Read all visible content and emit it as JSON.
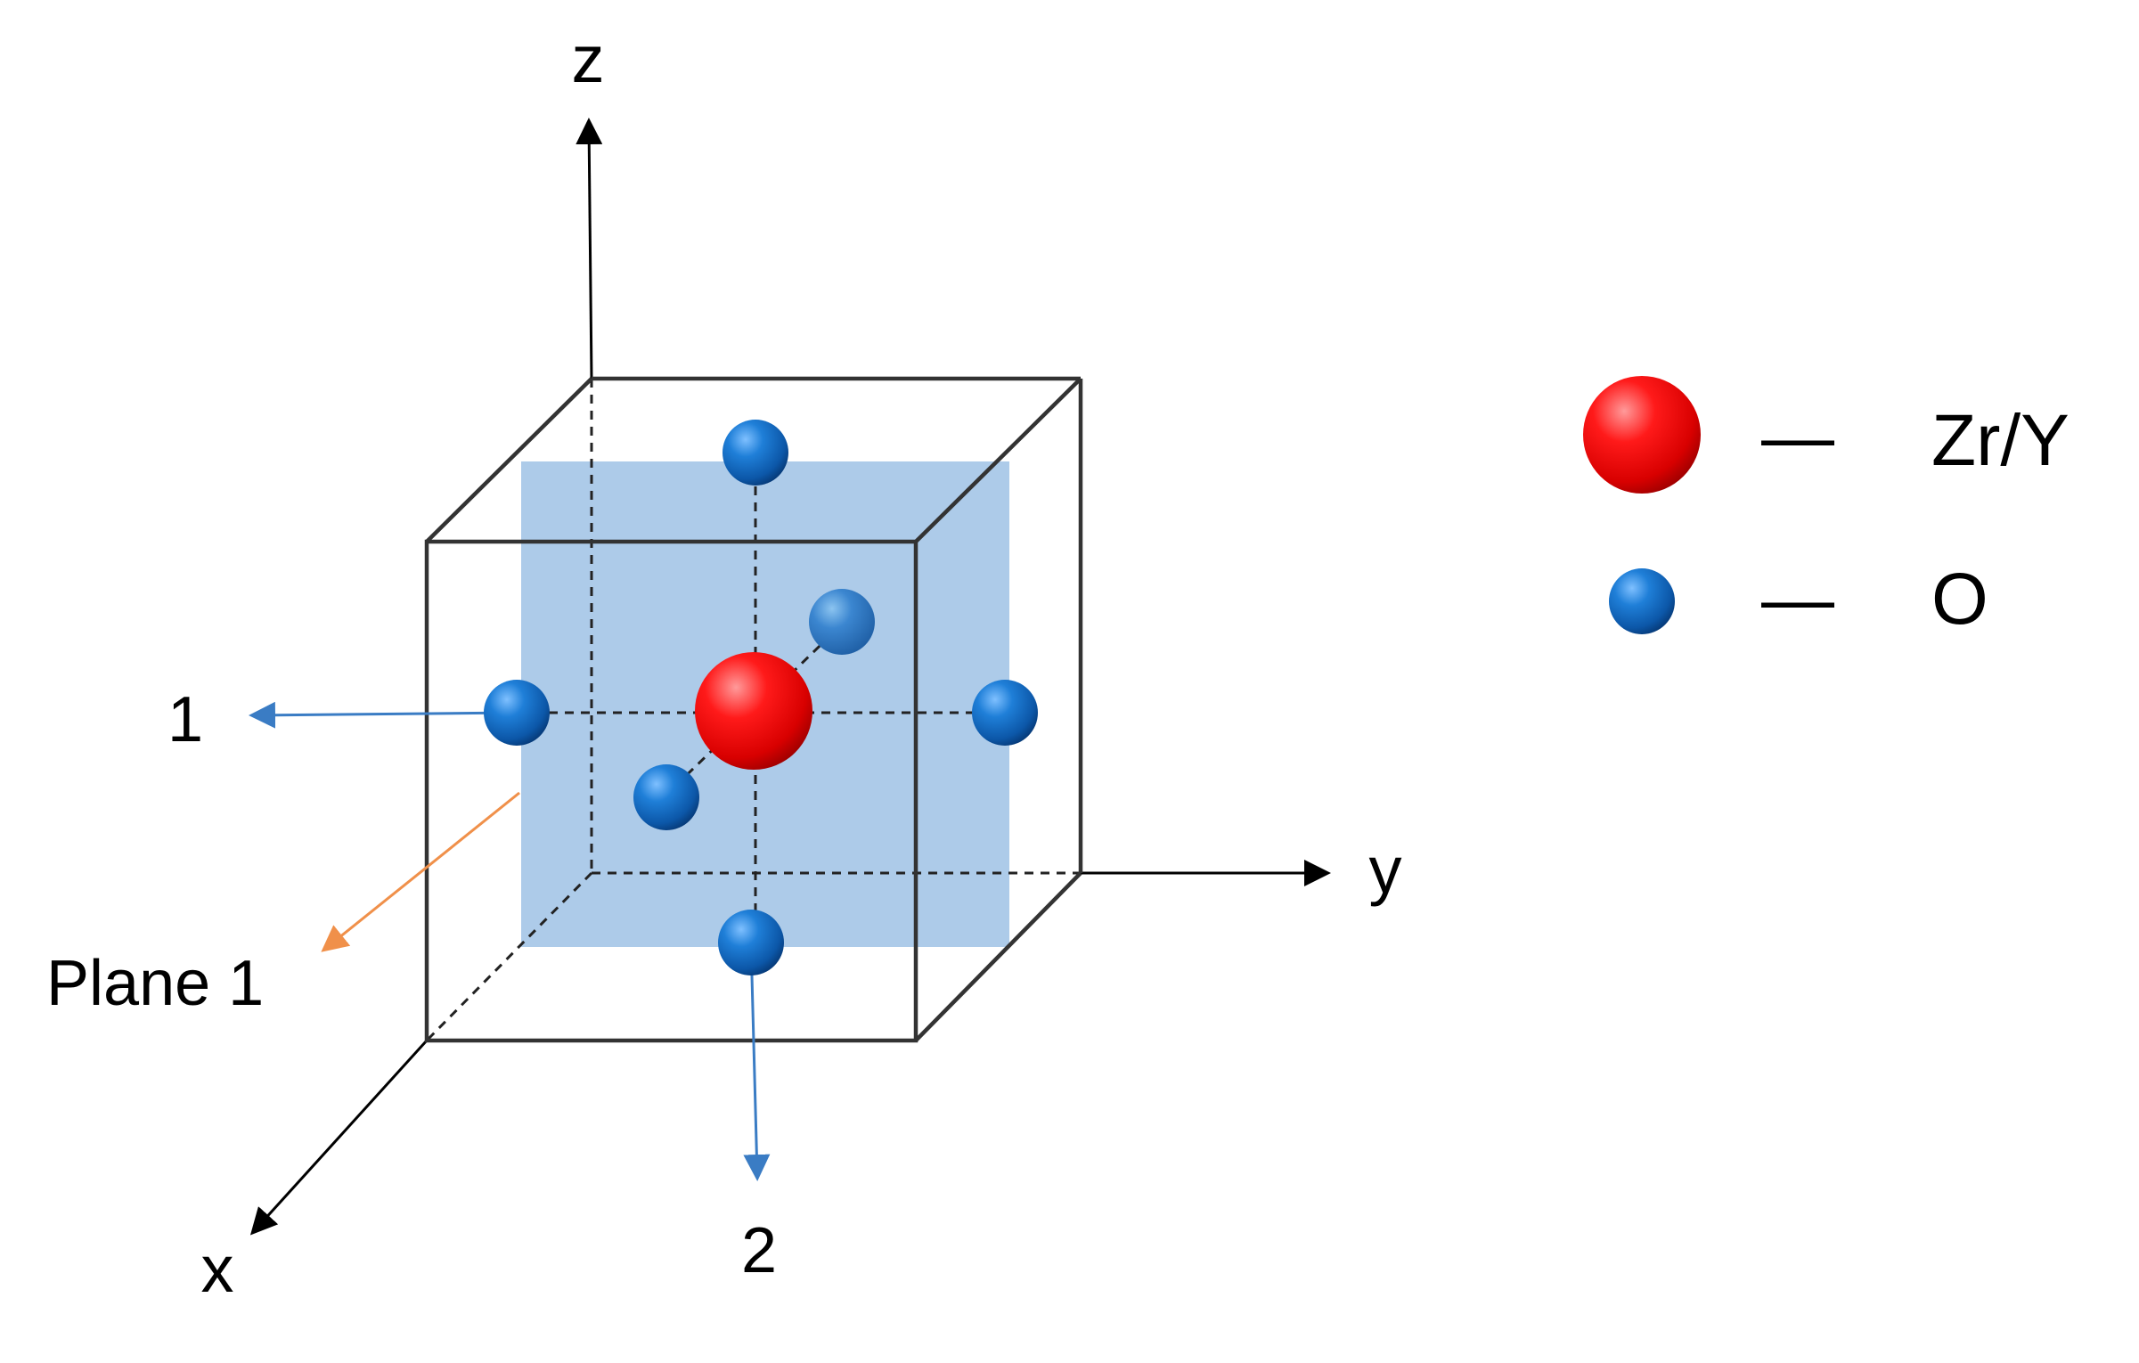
{
  "axes": {
    "z_label": "z",
    "y_label": "y",
    "x_label": "x"
  },
  "directions": {
    "dir1_label": "1",
    "dir2_label": "2"
  },
  "plane": {
    "label": "Plane 1"
  },
  "legend": {
    "items": [
      {
        "label": "Zr/Y",
        "dash": "—"
      },
      {
        "label": "O",
        "dash": "—"
      }
    ]
  },
  "colors": {
    "zr_y_atom": "#e8090d",
    "o_atom": "#1a6fc0",
    "plane_fill": "#a9c8e8",
    "direction_arrow": "#3a7cc4",
    "plane_arrow": "#f0904a",
    "cube_edge": "#333333"
  }
}
